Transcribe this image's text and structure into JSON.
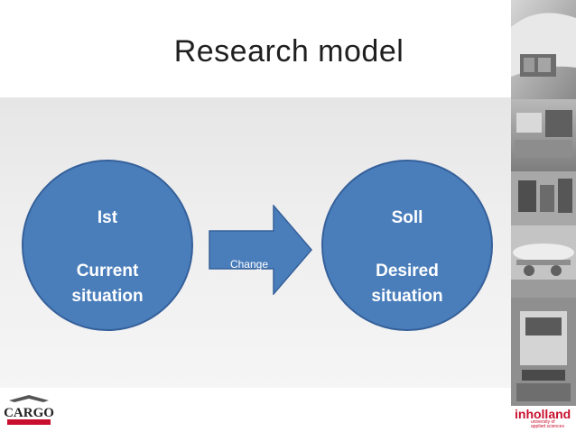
{
  "title": "Research model",
  "left_circle": {
    "label": "Ist",
    "line2": "Current",
    "line3": "situation"
  },
  "right_circle": {
    "label": "Soll",
    "line2": "Desired",
    "line3": "situation"
  },
  "arrow": {
    "label": "Change"
  },
  "logos": {
    "left": "CARGO",
    "right_main": "inholland",
    "right_sub1": "university of",
    "right_sub2": "applied sciences"
  },
  "colors": {
    "circle_fill": "#4a7ebb",
    "circle_stroke": "#35609a",
    "accent_red": "#c8102e"
  }
}
